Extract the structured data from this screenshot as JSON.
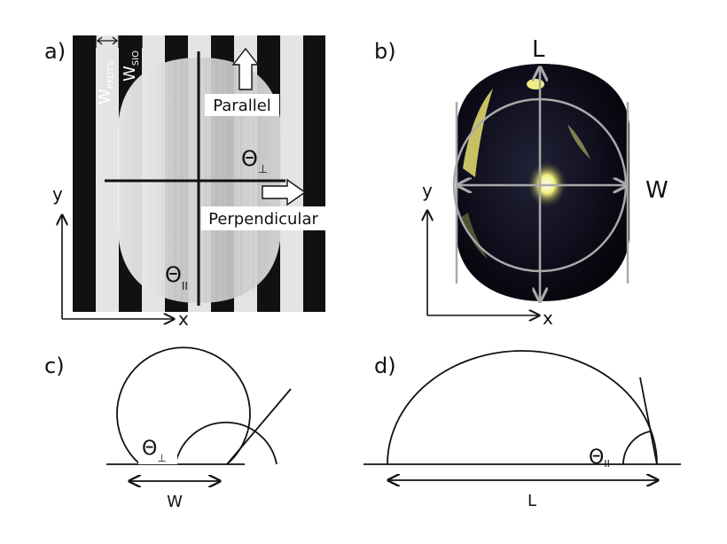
{
  "panels": {
    "a": {
      "label": "a)",
      "w_pfdts": "W",
      "w_pfdts_sub": "PFDTS",
      "w_sio": "W",
      "w_sio_sub": "SIO",
      "parallel": "Parallel",
      "perpendicular": "Perpendicular",
      "theta_perp": "Θ",
      "theta_perp_sub": "⊥",
      "theta_par": "Θ",
      "theta_par_sub": "II",
      "axis_x": "x",
      "axis_y": "y"
    },
    "b": {
      "label": "b)",
      "length": "L",
      "width": "W",
      "axis_x": "x",
      "axis_y": "y"
    },
    "c": {
      "label": "c)",
      "theta": "Θ",
      "theta_sub": "⊥",
      "width": "W"
    },
    "d": {
      "label": "d)",
      "theta": "Θ",
      "theta_sub": "II",
      "length": "L"
    }
  },
  "colors": {
    "stripe_dark": "#111111",
    "stripe_light": "#e4e4e4",
    "drop_fill": "#d3d3d3",
    "photo_bg": "#0c0c1c",
    "overlay_gray": "#a9a9a9",
    "highlight": "#f0f070"
  }
}
